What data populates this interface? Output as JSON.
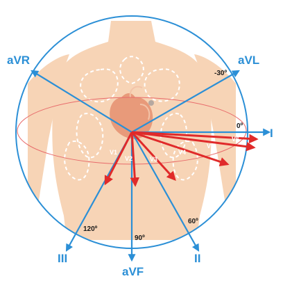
{
  "diagram": {
    "limb_leads": {
      "aVR": "aVR",
      "aVL": "aVL",
      "I": "I",
      "II": "II",
      "III": "III",
      "aVF": "aVF"
    },
    "angles": {
      "aVL": "-30º",
      "I": "0º",
      "II": "60º",
      "aVF": "90º",
      "III": "120º"
    },
    "precordial_leads": [
      "V1",
      "V2",
      "V3",
      "V4",
      "V5",
      "V6"
    ],
    "colors": {
      "axis_blue": "#2b8fd6",
      "precordial_red": "#e02a2a",
      "body_skin": "#f7d4b6",
      "heart": "#e89a7a",
      "circle_stroke": "#2b8fd6"
    }
  }
}
